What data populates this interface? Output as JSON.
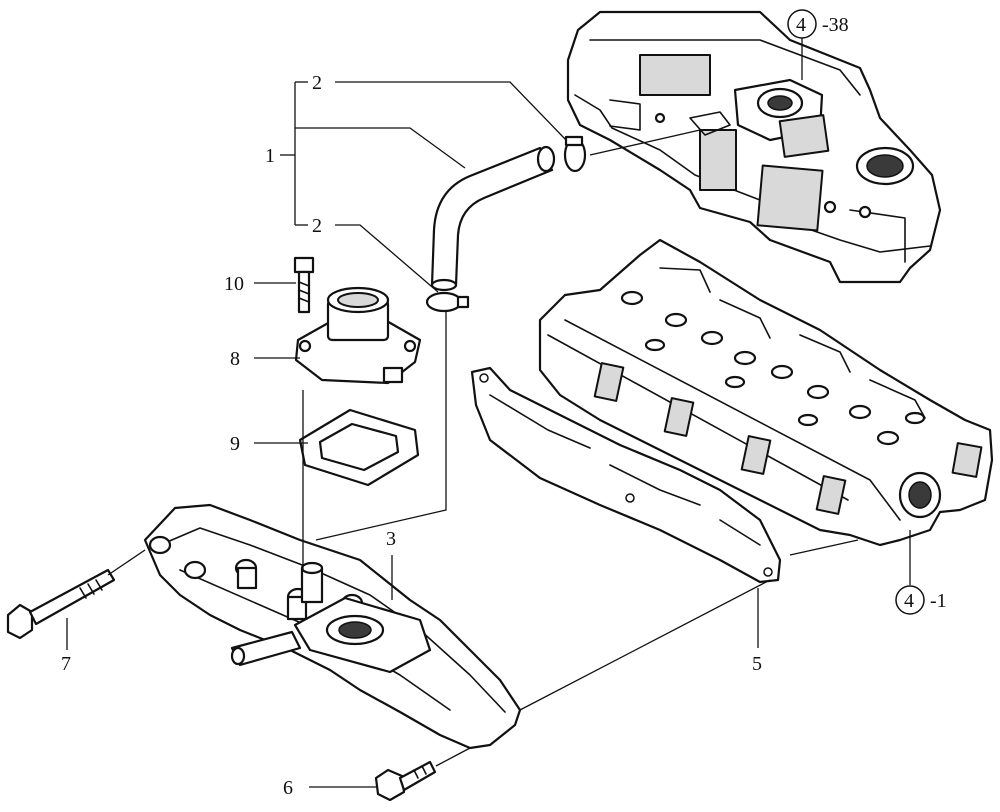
{
  "callouts": {
    "c1": "1",
    "c2a": "2",
    "c2b": "2",
    "c3": "3",
    "c5": "5",
    "c6": "6",
    "c7": "7",
    "c8": "8",
    "c9": "9",
    "c10": "10"
  },
  "references": {
    "cover": {
      "circle": "4",
      "suffix": "-38"
    },
    "head": {
      "circle": "4",
      "suffix": "-1"
    }
  }
}
